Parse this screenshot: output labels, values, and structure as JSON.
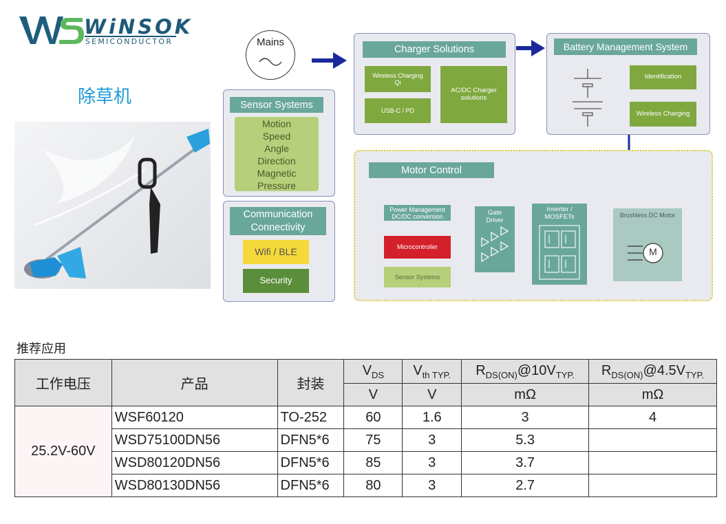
{
  "logo": {
    "wordmark": "WiNSOK",
    "subtitle": "SEMICONDUCTOR"
  },
  "product_title": "除草机",
  "diagram": {
    "mains": "Mains",
    "charger": {
      "title": "Charger Solutions",
      "wireless": "Wireless Charging Qi",
      "usbc": "USB-C / PD",
      "acdc": "AC/DC Charger solutions"
    },
    "bms": {
      "title": "Battery Management System",
      "identification": "Identification",
      "wireless": "Wireless Charging"
    },
    "sensor": {
      "title": "Sensor Systems",
      "items": [
        "Motion",
        "Speed",
        "Angle",
        "Direction",
        "Magnetic",
        "Pressure"
      ]
    },
    "comm": {
      "title_line1": "Communication",
      "title_line2": "Connectivity",
      "wifi": "Wifi / BLE",
      "security": "Security"
    },
    "motor": {
      "title": "Motor Control",
      "power_mgmt_line1": "Power Management",
      "power_mgmt_line2": "DC/DC conversion",
      "microcontroller": "Microcontroller",
      "sensor_systems": "Sensor Systems",
      "gate_line1": "Gate",
      "gate_line2": "Driver",
      "inverter_line1": "Inverter /",
      "inverter_line2": "MOSFETs",
      "bldc": "Brushless DC Motor",
      "motor_symbol": "M"
    },
    "colors": {
      "header": "#6aa79b",
      "green": "#7fa83f",
      "red": "#d4202a",
      "arrow": "#1a2a9c",
      "yellow": "#f5d93a"
    }
  },
  "table": {
    "caption": "推荐应用",
    "headers": {
      "voltage": "工作电压",
      "product": "产品",
      "package": "封装",
      "vds_main": "V",
      "vds_sub": "DS",
      "vth_main": "V",
      "vth_sub": "th TYP.",
      "r10_a": "R",
      "r10_b": "DS(ON)",
      "r10_c": "@10V",
      "r10_d": "TYP.",
      "r45_a": "R",
      "r45_b": "DS(ON)",
      "r45_c": "@4.5V",
      "r45_d": "TYP."
    },
    "units": {
      "vds": "V",
      "vth": "V",
      "r10": "mΩ",
      "r45": "mΩ"
    },
    "voltage_range": "25.2V-60V",
    "rows": [
      {
        "product": "WSF60120",
        "package": "TO-252",
        "vds": "60",
        "vth": "1.6",
        "r10": "3",
        "r45": "4"
      },
      {
        "product": "WSD75100DN56",
        "package": "DFN5*6",
        "vds": "75",
        "vth": "3",
        "r10": "5.3",
        "r45": ""
      },
      {
        "product": "WSD80120DN56",
        "package": "DFN5*6",
        "vds": "85",
        "vth": "3",
        "r10": "3.7",
        "r45": ""
      },
      {
        "product": "WSD80130DN56",
        "package": "DFN5*6",
        "vds": "80",
        "vth": "3",
        "r10": "2.7",
        "r45": ""
      }
    ]
  }
}
